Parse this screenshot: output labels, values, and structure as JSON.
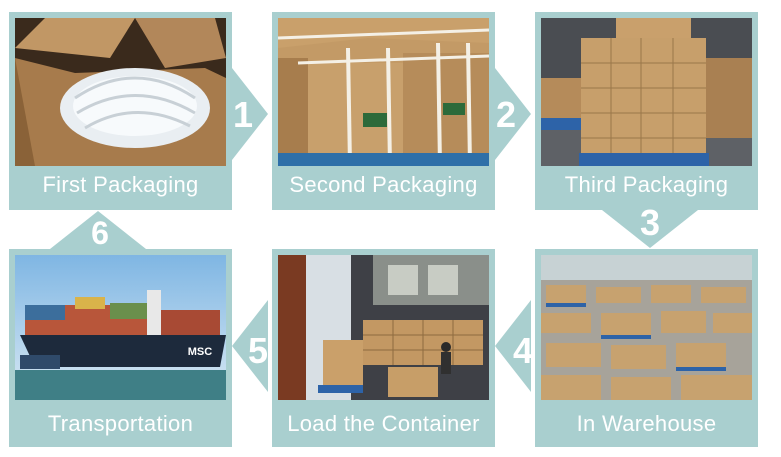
{
  "colors": {
    "card": "#a9cfcf",
    "text": "#ffffff"
  },
  "steps": [
    {
      "number": "1",
      "label": "First Packaging"
    },
    {
      "number": "2",
      "label": "Second Packaging"
    },
    {
      "number": "3",
      "label": "Third Packaging"
    },
    {
      "number": "4",
      "label": "In Warehouse"
    },
    {
      "number": "5",
      "label": "Load the Container"
    },
    {
      "number": "6",
      "label": "Transportation"
    }
  ],
  "photo_text": {
    "ship_name": "MSC"
  }
}
